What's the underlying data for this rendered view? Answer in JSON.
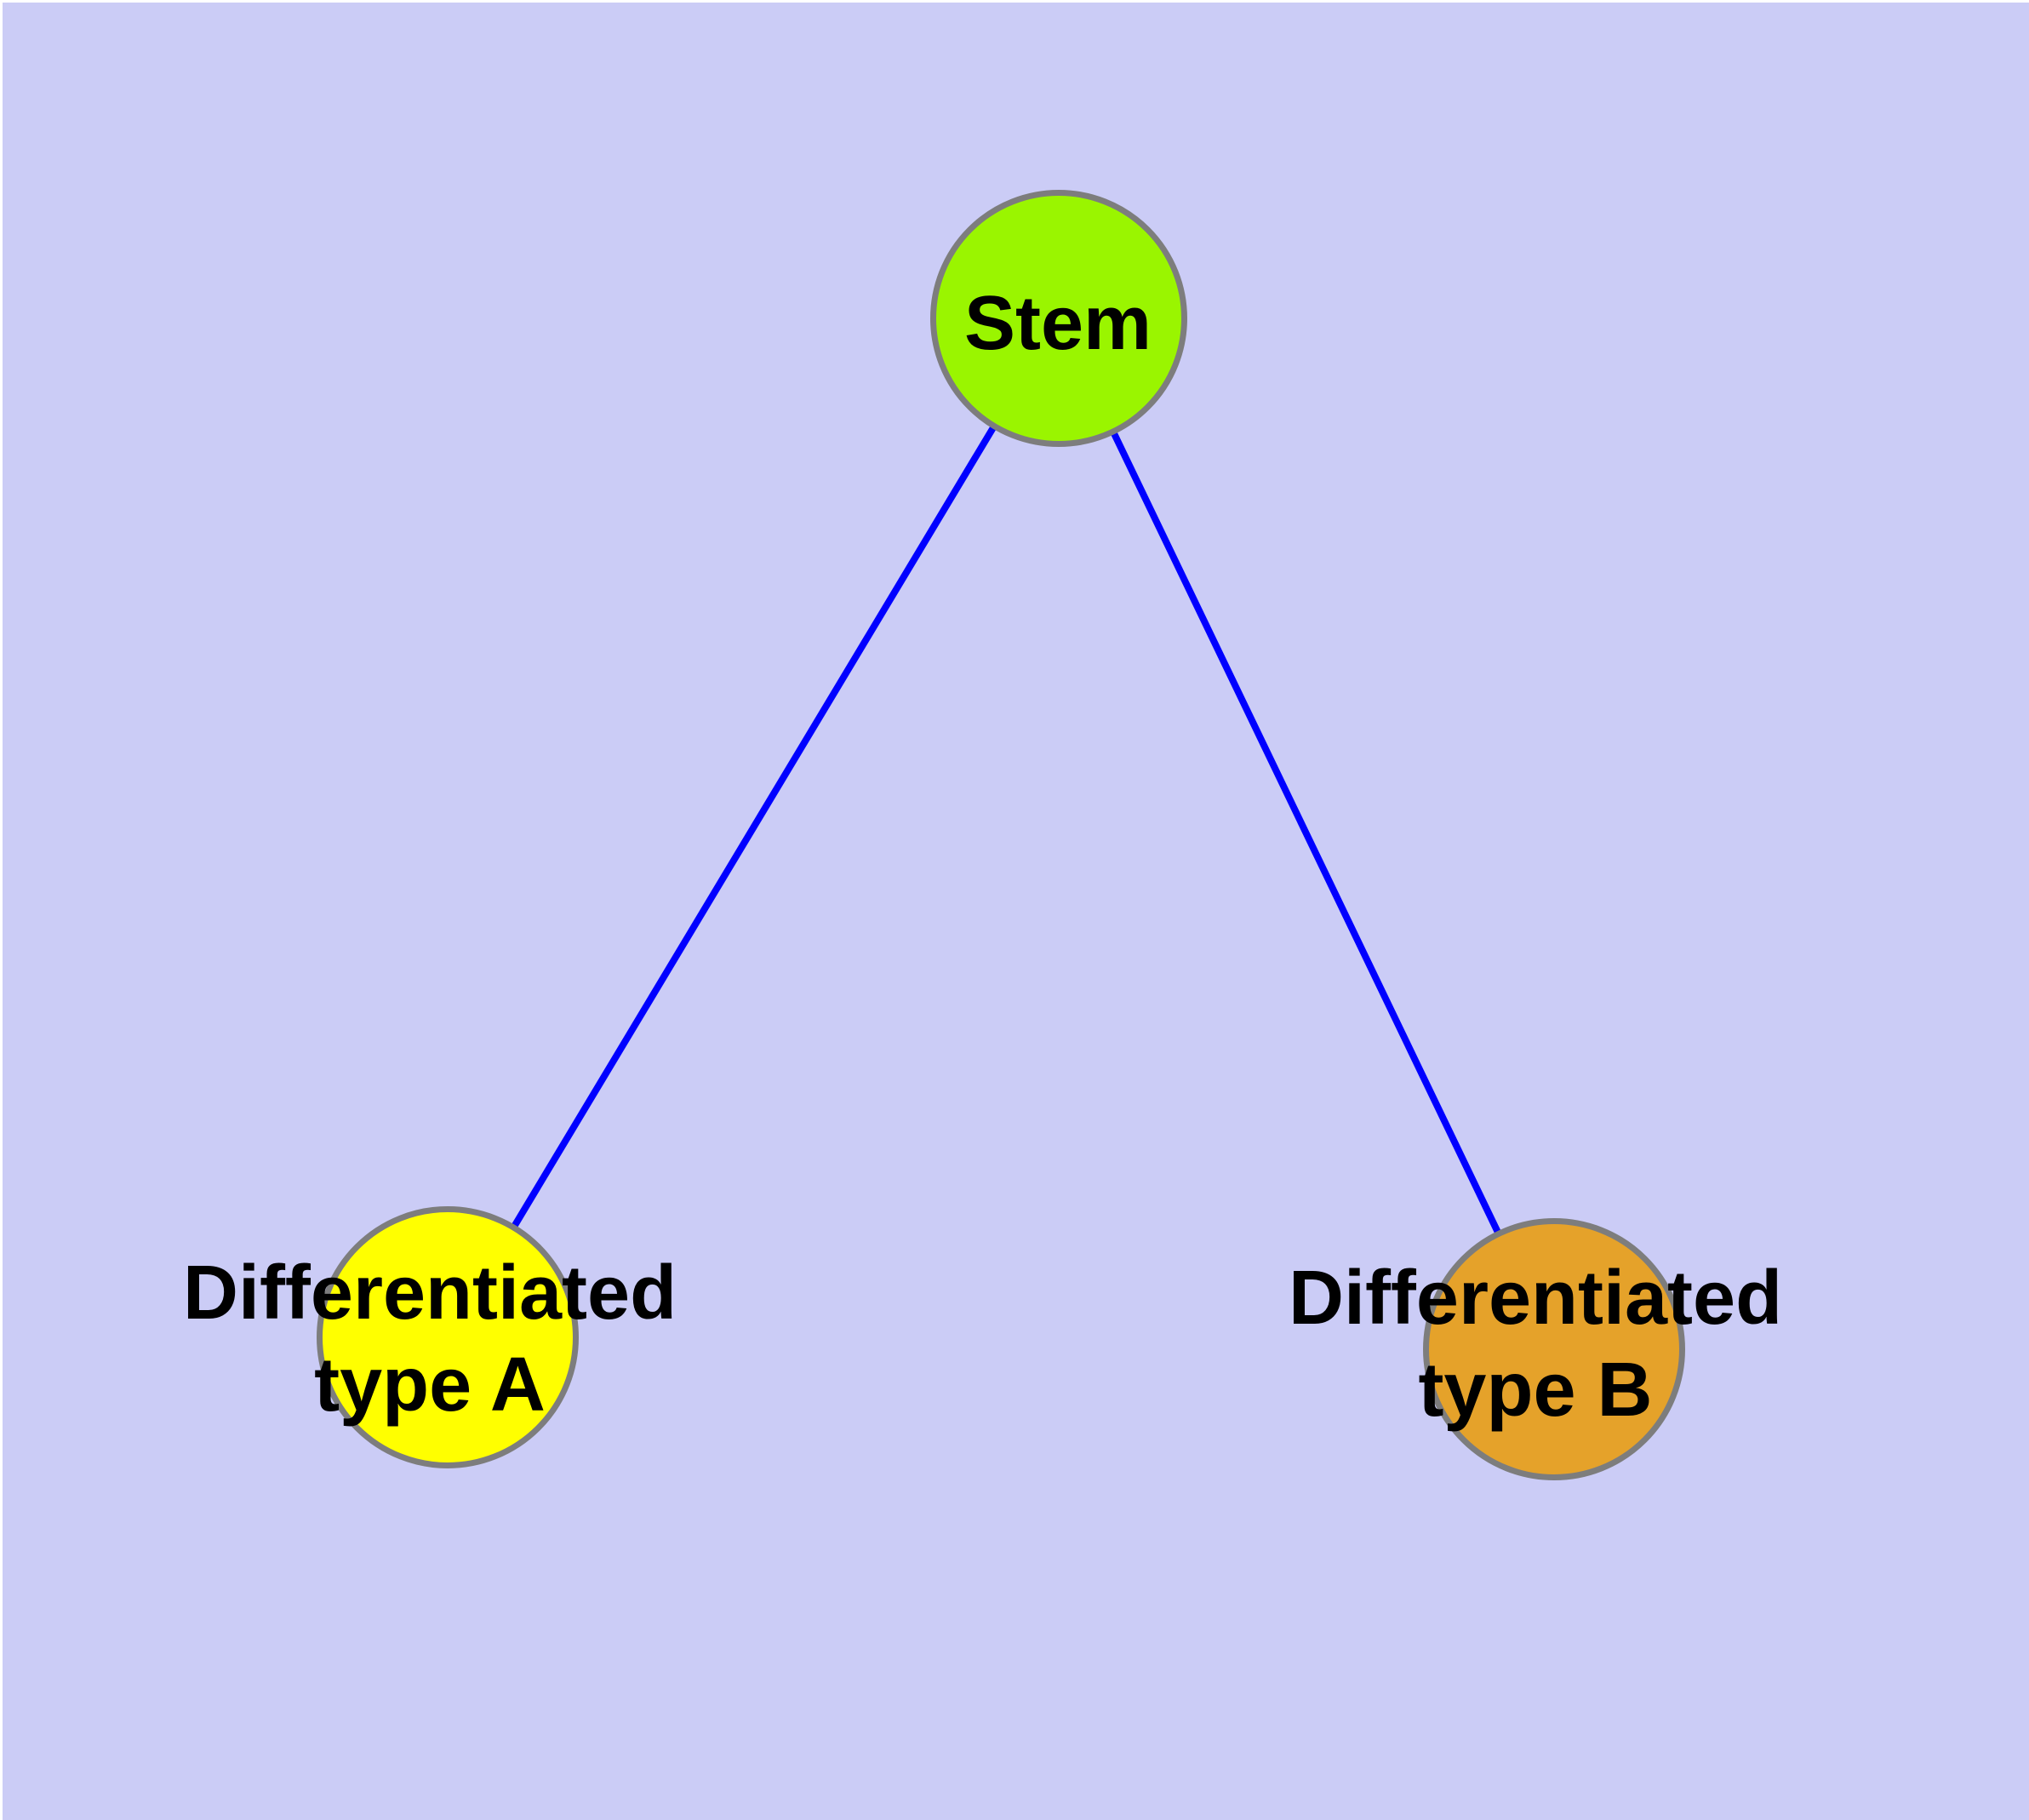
{
  "diagram": {
    "type": "graph",
    "colors": {
      "background": "#CBCCF6",
      "frame": "#FFFFFF",
      "edge": "#0000FF",
      "node_border": "#7D7D7D",
      "label": "#000000"
    },
    "nodes": [
      {
        "id": "stem",
        "label": "Stem",
        "lines": [
          "Stem"
        ],
        "fill": "#9AF500"
      },
      {
        "id": "differentiated-type-a",
        "label": "Differentiated type A",
        "lines": [
          "Differentiated",
          "type A"
        ],
        "fill": "#FFFF00"
      },
      {
        "id": "differentiated-type-b",
        "label": "Differentiated type B",
        "lines": [
          "Differentiated",
          "type B"
        ],
        "fill": "#E5A22A"
      }
    ],
    "edges": [
      {
        "from": "stem",
        "to": "differentiated-type-a"
      },
      {
        "from": "stem",
        "to": "differentiated-type-b"
      }
    ]
  }
}
